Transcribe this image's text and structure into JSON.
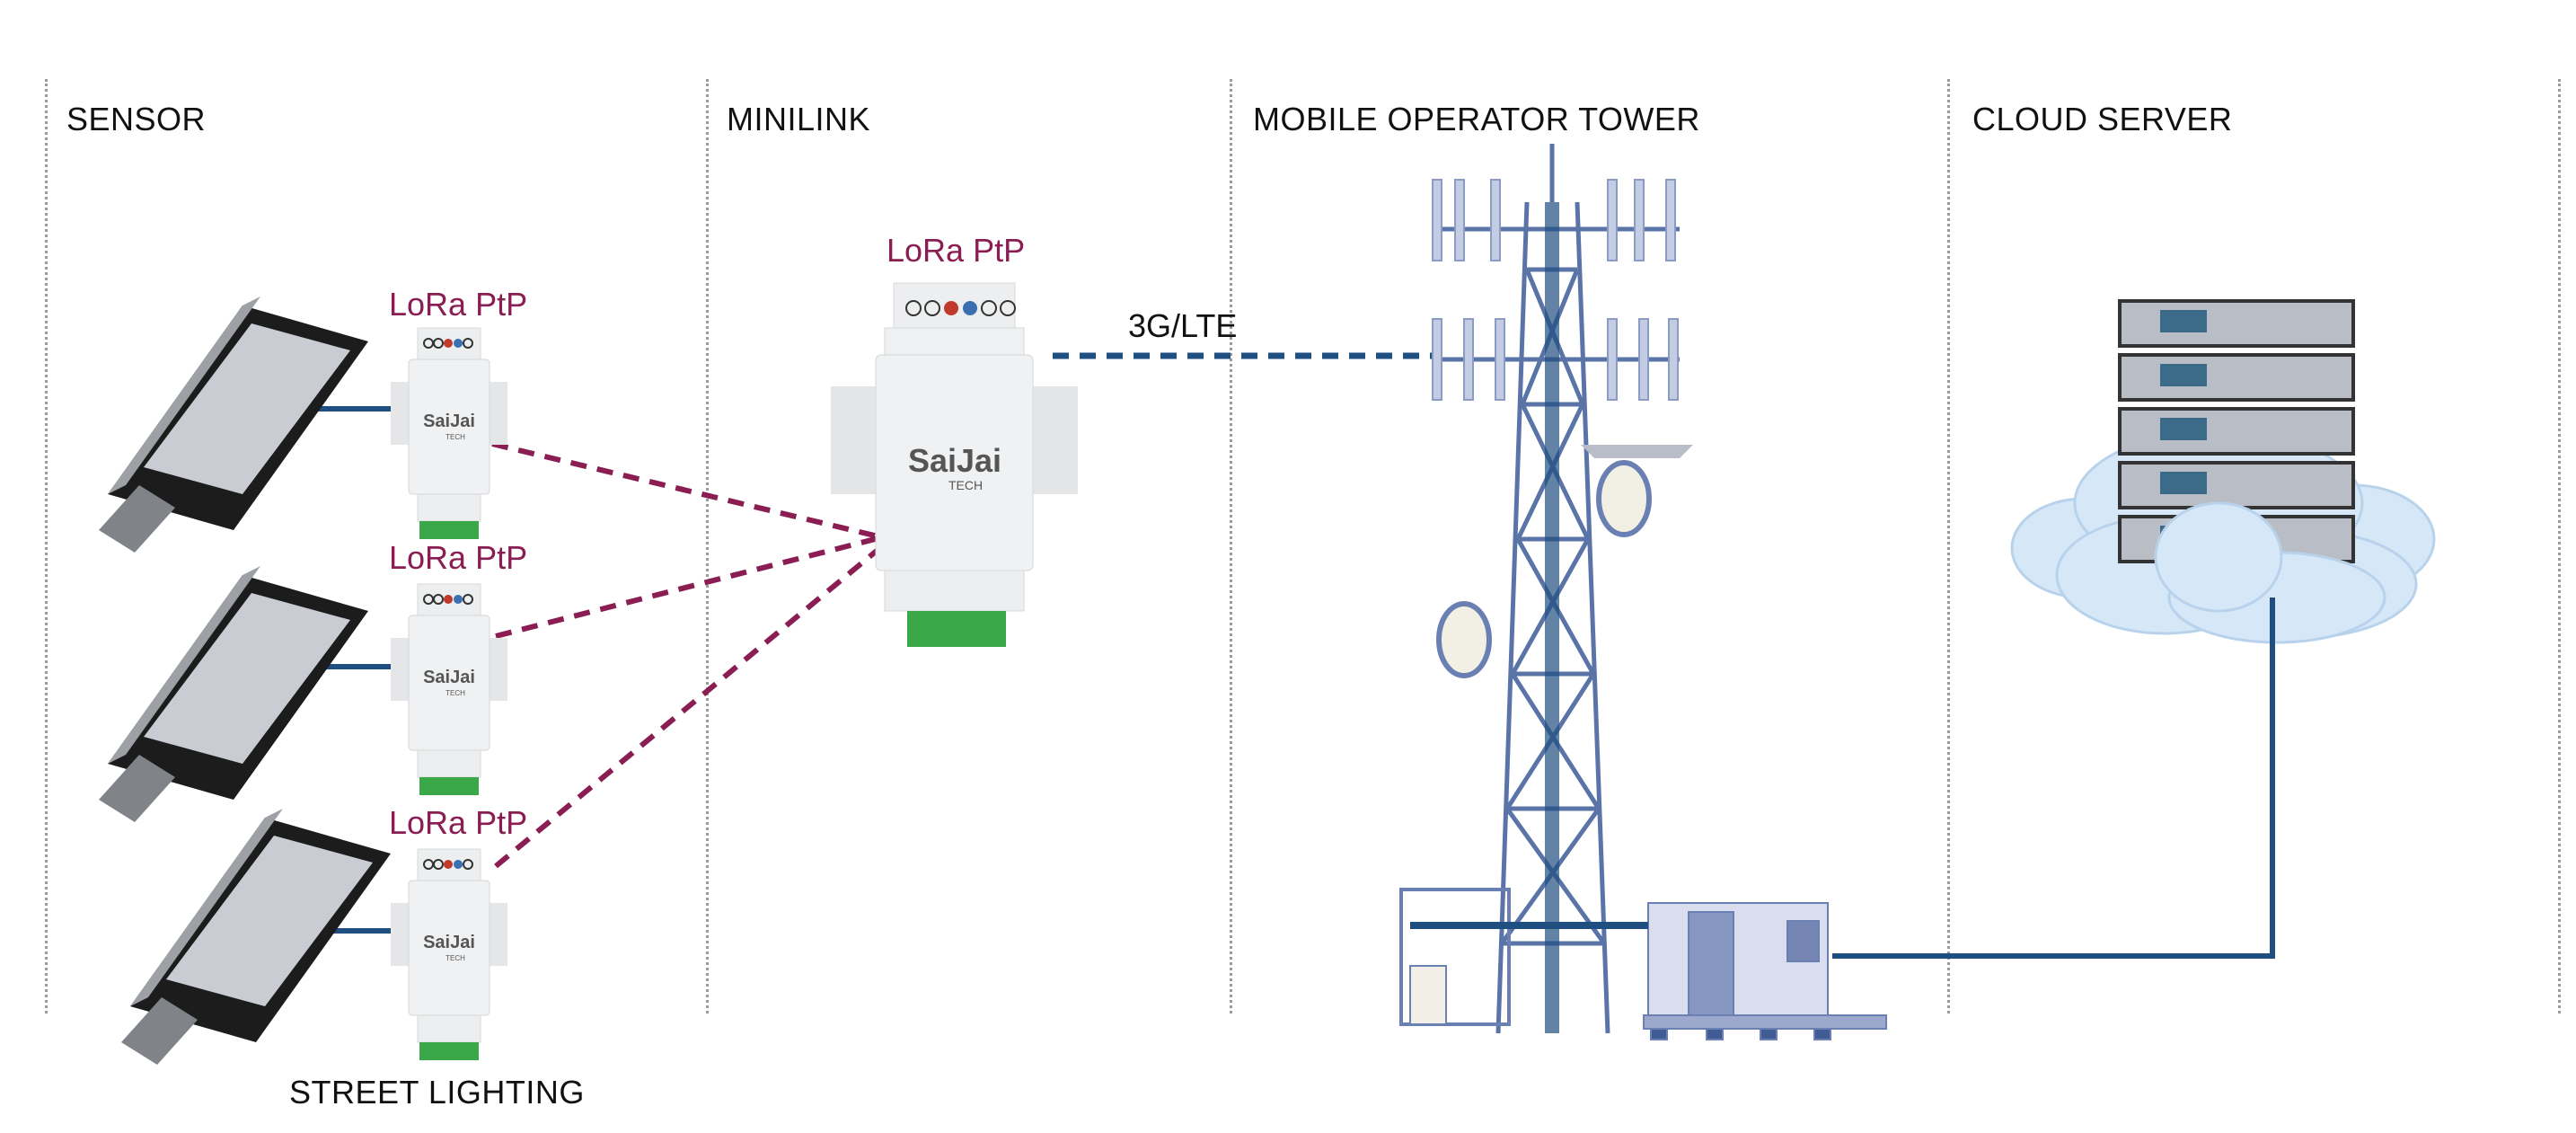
{
  "columns": [
    {
      "title": "SENSOR"
    },
    {
      "title": "MINILINK"
    },
    {
      "title": "MOBILE OPERATOR TOWER"
    },
    {
      "title": "CLOUD SERVER"
    }
  ],
  "sensor_nodes": [
    {
      "label": "LoRa PtP",
      "brand": "SaiJai",
      "brand_sub": "TECH"
    },
    {
      "label": "LoRa PtP",
      "brand": "SaiJai",
      "brand_sub": "TECH"
    },
    {
      "label": "LoRa PtP",
      "brand": "SaiJai",
      "brand_sub": "TECH"
    }
  ],
  "minilink": {
    "label": "LoRa PtP",
    "brand": "SaiJai",
    "brand_sub": "TECH"
  },
  "link_label": "3G/LTE",
  "bottom_label": "STREET LIGHTING",
  "colors": {
    "lora_link": "#8a1d52",
    "network_link": "#1f4e80",
    "divider": "#9a9a9a",
    "tower": "#5a74a8",
    "cloud": "#d6e8f7"
  }
}
